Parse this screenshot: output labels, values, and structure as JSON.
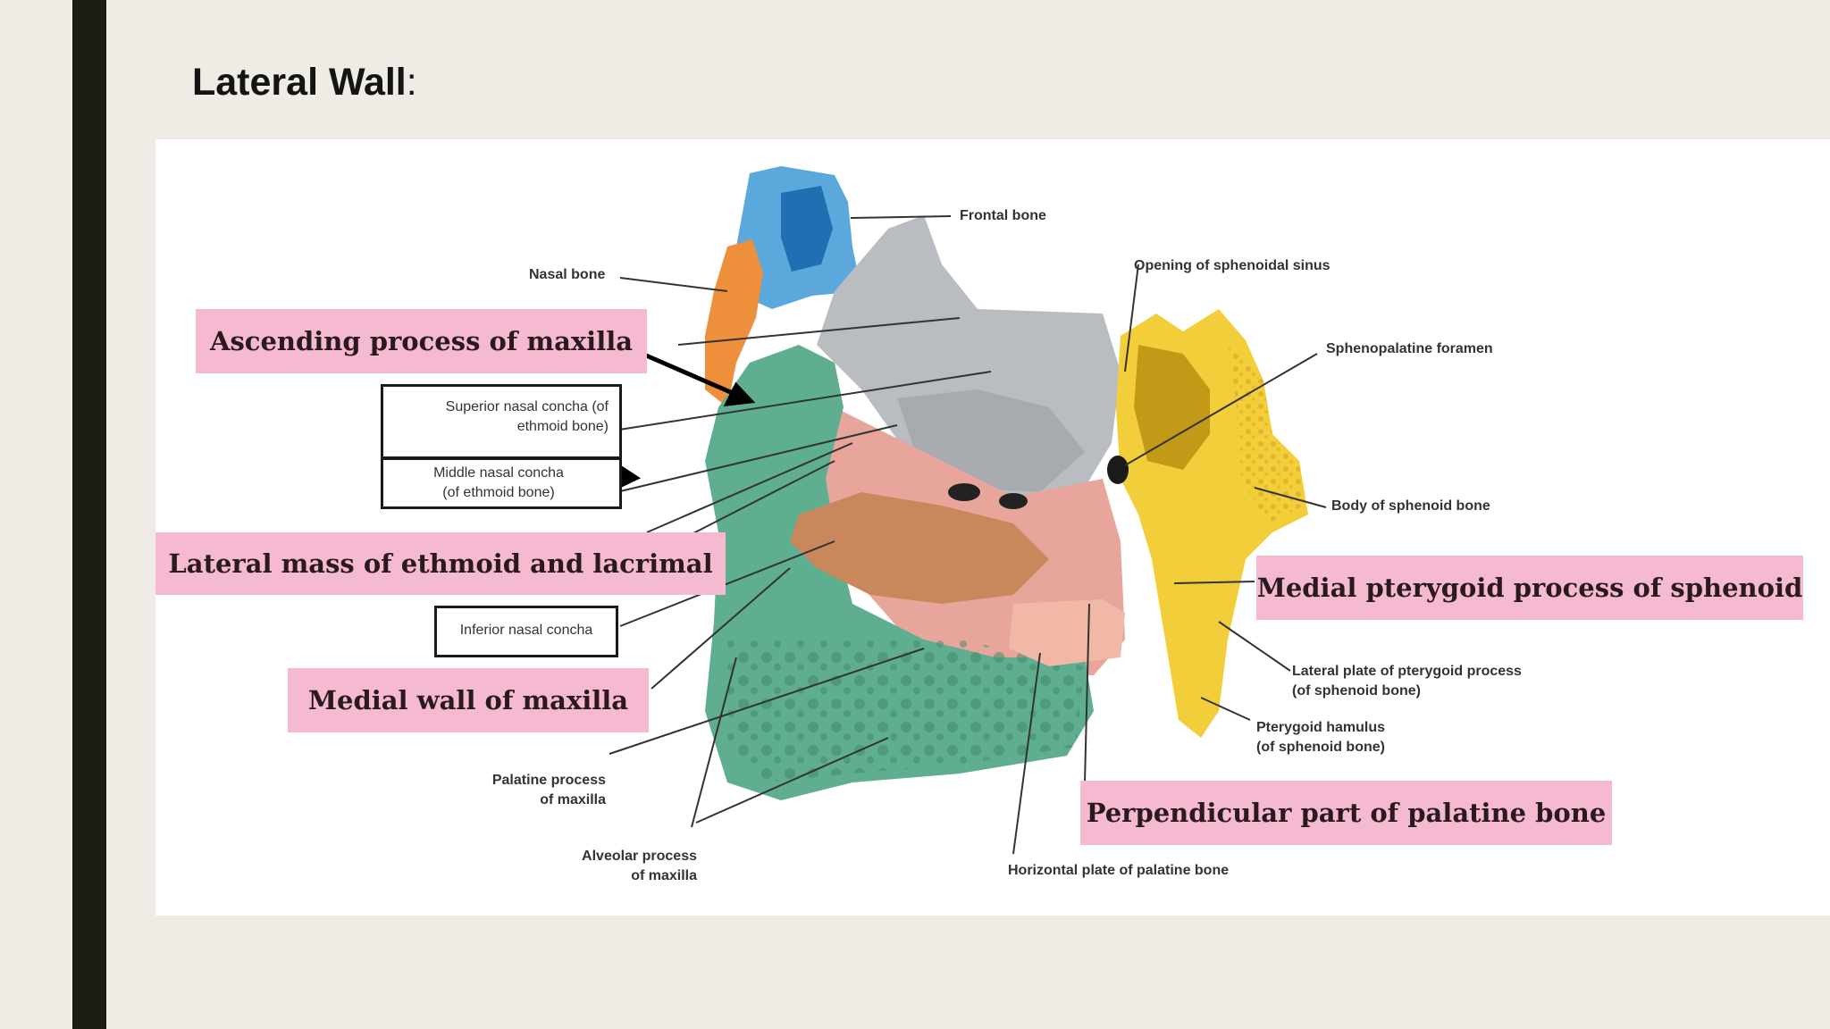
{
  "slide": {
    "title_bold": "Lateral Wall",
    "title_suffix": ":"
  },
  "highlight_labels": {
    "ascending_process": "Ascending process of maxilla",
    "lateral_mass": "Lateral mass of ethmoid and lacrimal",
    "medial_wall": "Medial wall of maxilla",
    "medial_pterygoid": "Medial pterygoid process of sphenoid",
    "perpendicular_part": "Perpendicular part of palatine bone"
  },
  "boxed_labels": {
    "superior_concha_1": "Superior nasal concha (of",
    "superior_concha_2": "ethmoid bone)",
    "middle_concha_1": "Middle nasal concha",
    "middle_concha_2": "(of ethmoid bone)",
    "inferior_concha": "Inferior nasal concha"
  },
  "labels": {
    "frontal_bone": "Frontal bone",
    "nasal_bone": "Nasal bone",
    "opening_sphenoidal_sinus": "Opening of sphenoidal sinus",
    "sphenopalatine_foramen": "Sphenopalatine foramen",
    "body_sphenoid": "Body of sphenoid bone",
    "lateral_plate_1": "Lateral plate of pterygoid process",
    "lateral_plate_2": "(of sphenoid bone)",
    "pterygoid_hamulus_1": "Pterygoid hamulus",
    "pterygoid_hamulus_2": "(of sphenoid bone)",
    "palatine_process_1": "Palatine process",
    "palatine_process_2": "of maxilla",
    "alveolar_process_1": "Alveolar process",
    "alveolar_process_2": "of maxilla",
    "horizontal_plate": "Horizontal plate of palatine bone"
  },
  "colors": {
    "highlight_pink": "#f6b9d2",
    "maxilla_green": "#5fae8f",
    "ethmoid_gray": "#b9bcc0",
    "sphenoid_yellow": "#f2cf3a",
    "palatine_pink": "#e8a59b",
    "concha_tan": "#c9885c",
    "frontal_blue": "#5aa8dc",
    "nasal_orange": "#ee8f3c",
    "sidebar_dark": "#1c1c14",
    "slide_bg": "#efece6"
  }
}
